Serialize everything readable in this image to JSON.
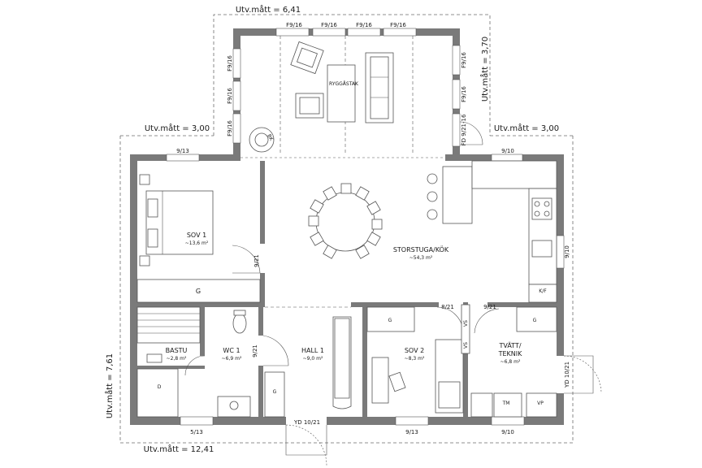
{
  "dimensions": {
    "top": "Utv.mått = 6,41",
    "left_upper": "Utv.mått = 3,00",
    "right_upper": "Utv.mått = 3,00",
    "right_side": "Utv.mått = 3,70",
    "left_side": "Utv.mått = 7,61",
    "bottom": "Utv.mått = 12,41"
  },
  "rooms": {
    "veranda": {
      "name": "RYGGÅSTAK"
    },
    "sov1": {
      "name": "SOV 1",
      "area": "~13,6 m²"
    },
    "storstuga": {
      "name": "STORSTUGA/KÖK",
      "area": "~54,3 m²"
    },
    "bastu": {
      "name": "BASTU",
      "area": "~2,8 m²"
    },
    "wc1": {
      "name": "WC 1",
      "area": "~6,9 m²"
    },
    "hall1": {
      "name": "HALL 1",
      "area": "~9,0 m²"
    },
    "sov2": {
      "name": "SOV 2",
      "area": "~8,3 m²"
    },
    "tvatt": {
      "name1": "TVÄTT/",
      "name2": "TEKNIK",
      "area": "~6,8 m²"
    }
  },
  "windows": {
    "top_1": "F9/16",
    "top_2": "F9/16",
    "top_3": "F9/16",
    "top_4": "F9/16",
    "left_1": "F9/16",
    "left_2": "F9/16",
    "left_3": "F9/16",
    "right_1": "F9/16",
    "right_2": "F9/16",
    "right_door": "FD 9/21-16",
    "sov1_top": "9/13",
    "kitchen_top": "9/10",
    "kitchen_right": "9/10",
    "bastu_bottom": "5/13",
    "sov2_bottom": "9/13",
    "tvatt_bottom": "9/10"
  },
  "doors": {
    "sov1": "9/21",
    "wc1": "9/21",
    "sov2": "8/21",
    "tvatt": "9/21",
    "entry_bottom": "YD 10/21",
    "entry_right": "YD 10/21"
  },
  "labels": {
    "bk": "BK",
    "g_sov1": "G",
    "g_hall": "G",
    "g_sov2": "G",
    "g_tvatt": "G",
    "d": "D",
    "kf": "K/F",
    "tm": "TM",
    "vp": "VP",
    "vs1": "VS",
    "vs2": "VS"
  }
}
